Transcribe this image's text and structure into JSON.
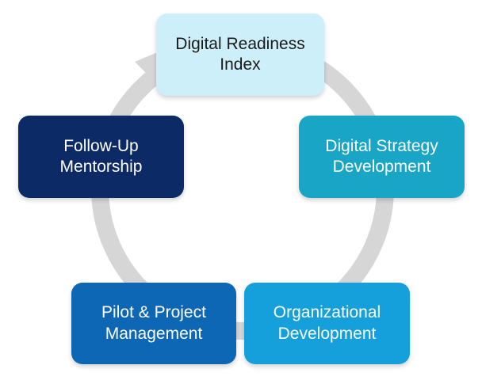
{
  "diagram": {
    "type": "cycle",
    "arrow_color": "#d6d6d6",
    "steps": [
      {
        "label": "Digital Readiness\nIndex",
        "fill": "#cdeffa",
        "text_color": "#1a1a1a"
      },
      {
        "label": "Digital Strategy\nDevelopment",
        "fill": "#18a5c6",
        "text_color": "#ffffff"
      },
      {
        "label": "Organizational\nDevelopment",
        "fill": "#15a0dc",
        "text_color": "#ffffff"
      },
      {
        "label": "Pilot & Project\nManagement",
        "fill": "#0d67b4",
        "text_color": "#ffffff"
      },
      {
        "label": "Follow-Up\nMentorship",
        "fill": "#0b2a66",
        "text_color": "#ffffff"
      }
    ]
  }
}
